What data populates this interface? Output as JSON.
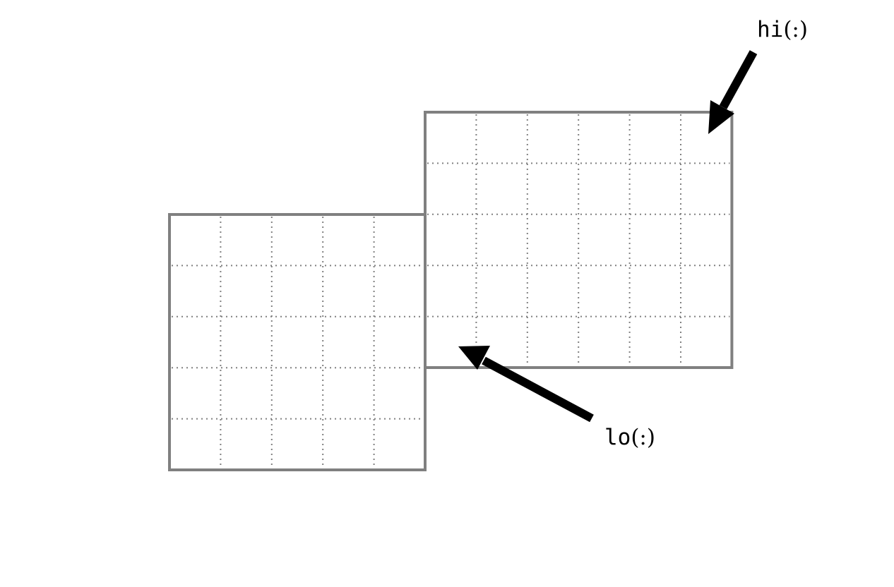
{
  "diagram": {
    "hi_label": {
      "name": "hi",
      "suffix": "(:)"
    },
    "lo_label": {
      "name": "lo",
      "suffix": "(:)"
    },
    "colors": {
      "grid_border": "#808080",
      "grid_dots": "#808080",
      "arrow": "#000000",
      "text": "#000000"
    },
    "grids": [
      {
        "name": "lo-grid",
        "columns": 5,
        "rows": 5
      },
      {
        "name": "hi-grid",
        "columns": 6,
        "rows": 5
      }
    ]
  }
}
